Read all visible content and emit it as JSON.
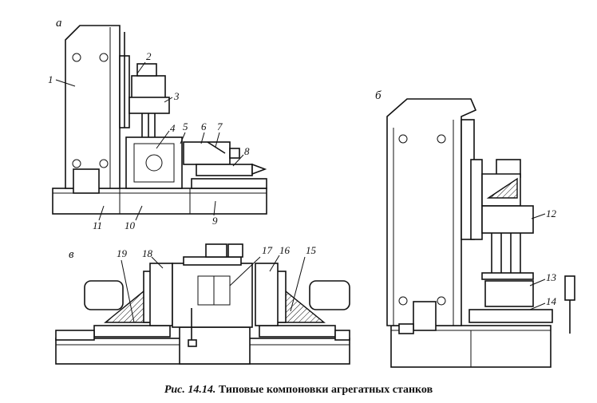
{
  "caption": {
    "fig_label": "Рис. 14.14.",
    "title": "Типовые компоновки агрегатных станков"
  },
  "panels": {
    "a": "а",
    "b": "б",
    "v": "в"
  },
  "callouts": [
    "1",
    "2",
    "3",
    "4",
    "5",
    "6",
    "7",
    "8",
    "9",
    "10",
    "11",
    "12",
    "13",
    "14",
    "15",
    "16",
    "17",
    "18",
    "19"
  ]
}
